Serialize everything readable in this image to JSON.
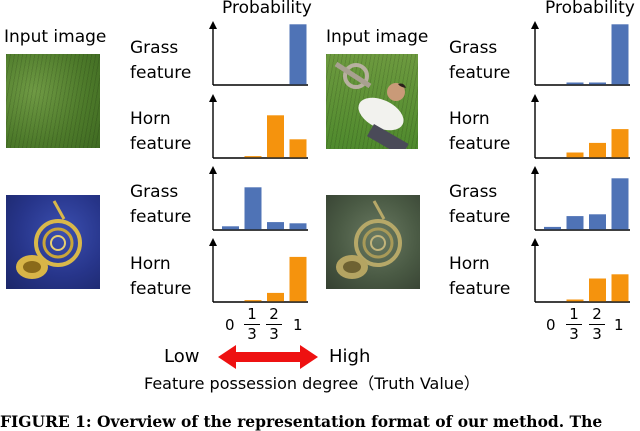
{
  "texts": {
    "input_left": "Input image",
    "input_right": "Input image",
    "prob_left": "Probability",
    "prob_right": "Probability",
    "grass": "Grass",
    "horn": "Horn",
    "feature": "feature",
    "low": "Low",
    "high": "High",
    "axis_caption": "Feature possession degree（Truth Value）",
    "figure_caption": "FIGURE 1: Overview of the representation format of our method. The"
  },
  "ticks": {
    "zero": "0",
    "one": "1",
    "num": "1",
    "num2": "2",
    "den": "3"
  },
  "colors": {
    "grass": "#4f73b6",
    "horn": "#f5930d",
    "arrow": "#ee1111"
  },
  "chart_data": [
    {
      "type": "bar",
      "name": "grass-feature-grass-image",
      "categories": [
        "0",
        "1/3",
        "2/3",
        "1"
      ],
      "values": [
        0,
        0,
        0,
        1
      ],
      "ylim": [
        0,
        1
      ]
    },
    {
      "type": "bar",
      "name": "horn-feature-grass-image",
      "categories": [
        "0",
        "1/3",
        "2/3",
        "1"
      ],
      "values": [
        0,
        0.02,
        0.7,
        0.3
      ],
      "ylim": [
        0,
        1
      ]
    },
    {
      "type": "bar",
      "name": "grass-feature-horn-image",
      "categories": [
        "0",
        "1/3",
        "2/3",
        "1"
      ],
      "values": [
        0.05,
        0.7,
        0.12,
        0.1
      ],
      "ylim": [
        0,
        1
      ]
    },
    {
      "type": "bar",
      "name": "horn-feature-horn-image",
      "categories": [
        "0",
        "1/3",
        "2/3",
        "1"
      ],
      "values": [
        0,
        0.02,
        0.14,
        0.74
      ],
      "ylim": [
        0,
        1
      ]
    },
    {
      "type": "bar",
      "name": "grass-feature-mixed-image",
      "categories": [
        "0",
        "1/3",
        "2/3",
        "1"
      ],
      "values": [
        0,
        0.03,
        0.03,
        1
      ],
      "ylim": [
        0,
        1
      ]
    },
    {
      "type": "bar",
      "name": "horn-feature-mixed-image",
      "categories": [
        "0",
        "1/3",
        "2/3",
        "1"
      ],
      "values": [
        0,
        0.08,
        0.24,
        0.47
      ],
      "ylim": [
        0,
        1
      ]
    },
    {
      "type": "bar",
      "name": "grass-feature-dim-horn-image",
      "categories": [
        "0",
        "1/3",
        "2/3",
        "1"
      ],
      "values": [
        0.04,
        0.22,
        0.25,
        0.85
      ],
      "ylim": [
        0,
        1
      ]
    },
    {
      "type": "bar",
      "name": "horn-feature-dim-horn-image",
      "categories": [
        "0",
        "1/3",
        "2/3",
        "1"
      ],
      "values": [
        0,
        0.03,
        0.38,
        0.45
      ],
      "ylim": [
        0,
        1
      ]
    }
  ]
}
